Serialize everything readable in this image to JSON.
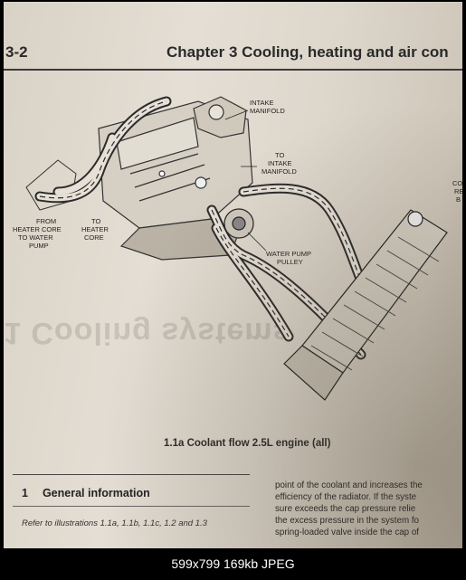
{
  "header": {
    "page_number": "3-2",
    "chapter_title": "Chapter 3  Cooling, heating and air con"
  },
  "figure": {
    "labels": {
      "intake_manifold_1": "INTAKE",
      "intake_manifold_2": "MANIFOLD",
      "to_intake_1": "TO",
      "to_intake_2": "INTAKE",
      "to_intake_3": "MANIFOLD",
      "from_heater_1": "FROM",
      "from_heater_2": "HEATER CORE",
      "from_heater_3": "TO WATER",
      "from_heater_4": "PUMP",
      "to_heater_1": "TO",
      "to_heater_2": "HEATER",
      "to_heater_3": "CORE",
      "water_pump_1": "WATER PUMP",
      "water_pump_2": "PULLEY",
      "edge_1": "CO",
      "edge_2": "RE",
      "edge_3": "B"
    },
    "caption": "1.1a  Coolant flow 2.5L engine (all)"
  },
  "bleed_through": "1  Cooling systems",
  "section": {
    "number": "1",
    "heading": "General information",
    "refer": "Refer to illustrations 1.1a, 1.1b, 1.1c, 1.2 and 1.3"
  },
  "body_lines": [
    "point of the coolant and increases the",
    "efficiency of the radiator. If the syste",
    "sure exceeds the cap pressure relie",
    "the excess pressure in the system fo",
    "spring-loaded valve inside the cap of"
  ],
  "status_bar": "599x799  169kb  JPEG"
}
